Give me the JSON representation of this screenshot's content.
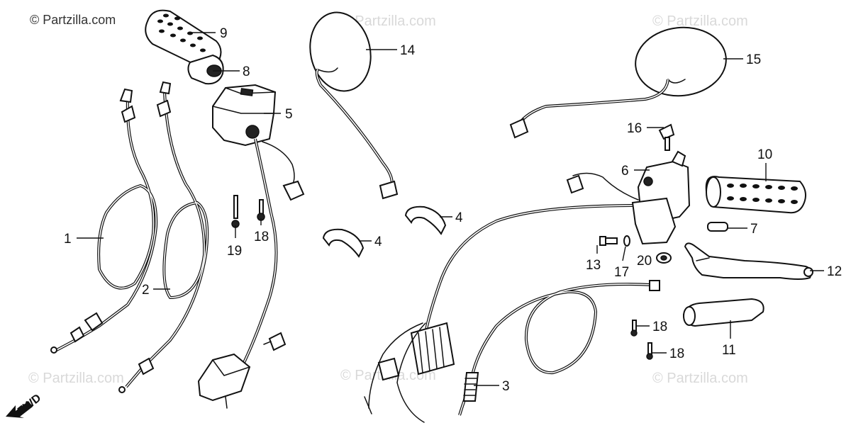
{
  "copyright": "© Partzilla.com",
  "watermark": "© Partzilla.com",
  "fwd_label": "FWD",
  "callouts": {
    "c1": "1",
    "c2": "2",
    "c3": "3",
    "c4a": "4",
    "c4b": "4",
    "c5": "5",
    "c6": "6",
    "c7": "7",
    "c8": "8",
    "c9": "9",
    "c10": "10",
    "c11": "11",
    "c12": "12",
    "c13": "13",
    "c14": "14",
    "c15": "15",
    "c16": "16",
    "c17": "17",
    "c18a": "18",
    "c18b": "18",
    "c18c": "18",
    "c19": "19",
    "c20": "20"
  }
}
